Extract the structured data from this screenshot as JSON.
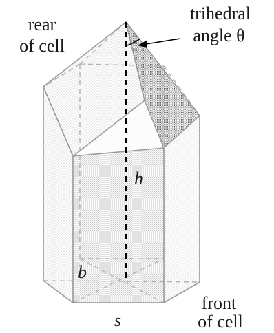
{
  "labels": {
    "rear_line1": "rear",
    "rear_line2": "of cell",
    "trihedral_line1": "trihedral",
    "trihedral_line2": "angle θ",
    "h": "h",
    "b": "b",
    "s": "s",
    "front_line1": "front",
    "front_line2": "of cell"
  },
  "colors": {
    "outline": "#9a9a9a",
    "text": "#1a1a1a",
    "axis": "#000000",
    "stipple_light": "#8c8c8c",
    "stipple_dark": "#555555"
  }
}
